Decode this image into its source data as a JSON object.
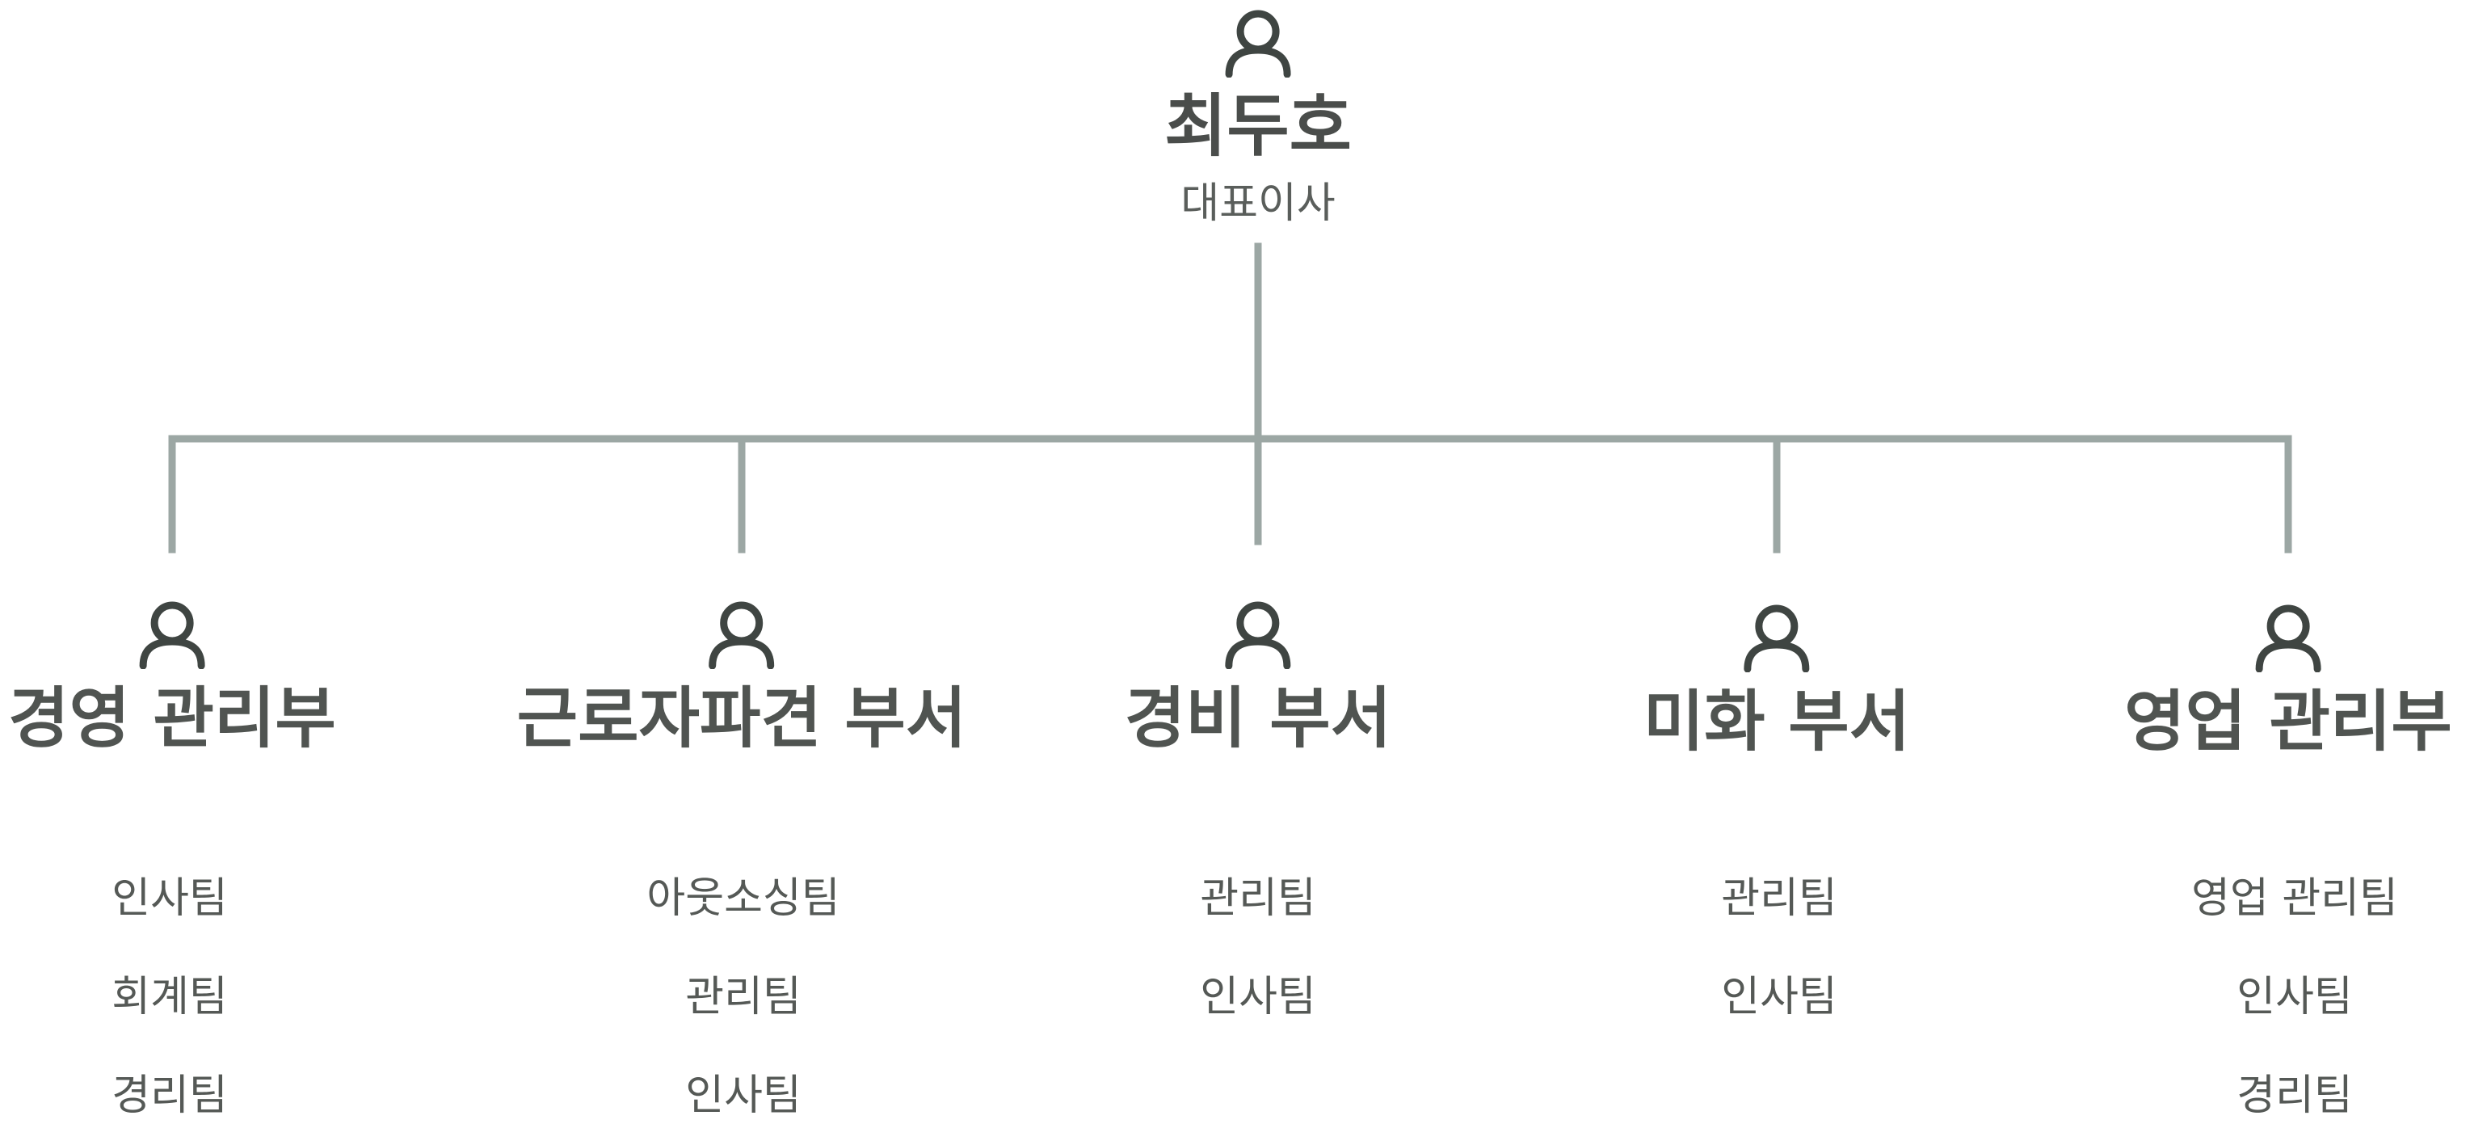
{
  "colors": {
    "line": "#9ca7a4",
    "icon": "#3f4542",
    "text": "#505451"
  },
  "ceo": {
    "name": "최두호",
    "title": "대표이사",
    "icon": "person-icon"
  },
  "departments": [
    {
      "name": "경영 관리부",
      "icon": "person-icon",
      "teams": [
        "인사팀",
        "회계팀",
        "경리팀"
      ]
    },
    {
      "name": "근로자파견 부서",
      "icon": "person-icon",
      "teams": [
        "아웃소싱팀",
        "관리팀",
        "인사팀"
      ]
    },
    {
      "name": "경비 부서",
      "icon": "person-icon",
      "teams": [
        "관리팀",
        "인사팀"
      ]
    },
    {
      "name": "미화 부서",
      "icon": "person-icon",
      "teams": [
        "관리팀",
        "인사팀"
      ]
    },
    {
      "name": "영업 관리부",
      "icon": "person-icon",
      "teams": [
        "영업 관리팀",
        "인사팀",
        "경리팀"
      ]
    }
  ]
}
